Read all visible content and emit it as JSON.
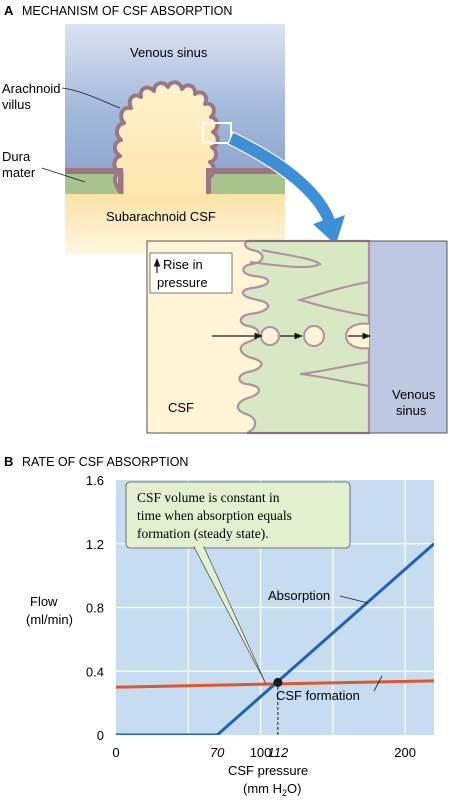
{
  "panel_a": {
    "letter": "A",
    "title": "MECHANISM OF CSF ABSORPTION",
    "venous_sinus": "Venous sinus",
    "arachnoid_line1": "Arachnoid",
    "arachnoid_line2": "villus",
    "dura_line1": "Dura",
    "dura_line2": "mater",
    "subarachnoid": "Subarachnoid CSF",
    "inset": {
      "rise_line1": "Rise in",
      "rise_line2": "pressure",
      "csf": "CSF",
      "venous_line1": "Venous",
      "venous_line2": "sinus"
    },
    "colors": {
      "venous_blue": "#8fa6cf",
      "csf_yellow": "#fde7b0",
      "dura_green": "#a9c38e",
      "villus_outline": "#9c7586",
      "arrow_blue": "#3d8fd8"
    }
  },
  "panel_b": {
    "letter": "B",
    "title": "RATE OF CSF ABSORPTION",
    "ylabel_line1": "Flow",
    "ylabel_line2": "(ml/min)",
    "xlabel_line1": "CSF pressure",
    "xlabel_line2_pre": "(mm H",
    "xlabel_line2_sub": "2",
    "xlabel_line2_post": "O)",
    "callout_line1": "CSF volume is constant in",
    "callout_line2": "time when absorption equals",
    "callout_line3": "formation (steady state).",
    "absorption_label": "Absorption",
    "formation_label": "CSF formation"
  },
  "chart_data": {
    "type": "line",
    "xlim": [
      0,
      220
    ],
    "ylim": [
      0,
      1.6
    ],
    "xticks": [
      {
        "value": 0,
        "label": "0",
        "italic": false
      },
      {
        "value": 70,
        "label": "70",
        "italic": true
      },
      {
        "value": 100,
        "label": "100",
        "italic": false
      },
      {
        "value": 112,
        "label": "112",
        "italic": true
      },
      {
        "value": 200,
        "label": "200",
        "italic": false
      }
    ],
    "yticks": [
      {
        "value": 0,
        "label": "0"
      },
      {
        "value": 0.4,
        "label": "0.4"
      },
      {
        "value": 0.8,
        "label": "0.8"
      },
      {
        "value": 1.2,
        "label": "1.2"
      },
      {
        "value": 1.6,
        "label": "1.6"
      }
    ],
    "grid": true,
    "series": [
      {
        "name": "Absorption",
        "color": "#1f63b6",
        "x": [
          0,
          70,
          220
        ],
        "y": [
          0,
          0,
          1.2
        ]
      },
      {
        "name": "CSF formation",
        "color": "#e0572a",
        "x": [
          0,
          220
        ],
        "y": [
          0.3,
          0.34
        ]
      }
    ],
    "steady_state_point": {
      "x": 112,
      "y": 0.33
    },
    "vertical_markers": [
      70,
      112
    ],
    "colors": {
      "plot_bg": "#c6dcf1",
      "grid": "#ffffff",
      "callout_bg": "#e3f0cf"
    }
  }
}
